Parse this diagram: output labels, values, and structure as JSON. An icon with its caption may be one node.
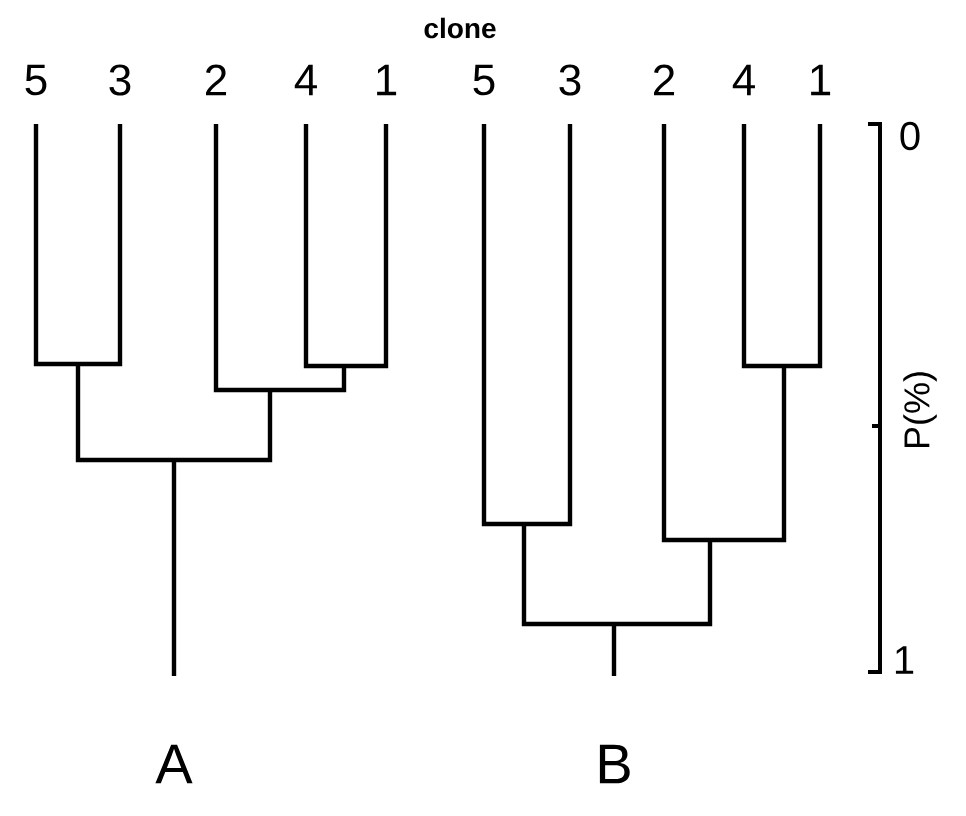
{
  "diagram": {
    "title": "clone",
    "labels": [
      "5",
      "3",
      "2",
      "4",
      "1",
      "5",
      "3",
      "2",
      "4",
      "1",
      "0",
      "P(%)",
      "1",
      "A",
      "B"
    ]
  }
}
